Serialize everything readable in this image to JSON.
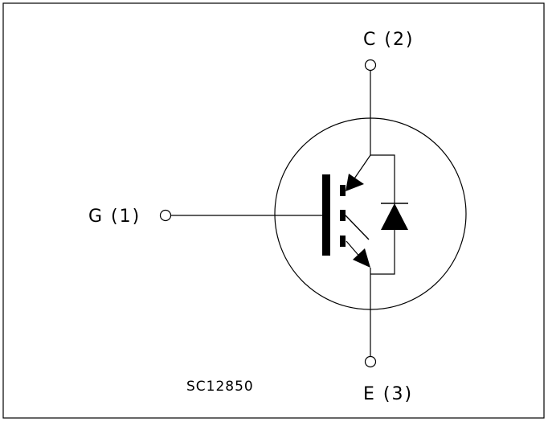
{
  "pins": {
    "gate": "G (1)",
    "collector": "C (2)",
    "emitter": "E (3)"
  },
  "reference_code": "SC12850",
  "colors": {
    "line": "#000000",
    "background": "#ffffff"
  }
}
